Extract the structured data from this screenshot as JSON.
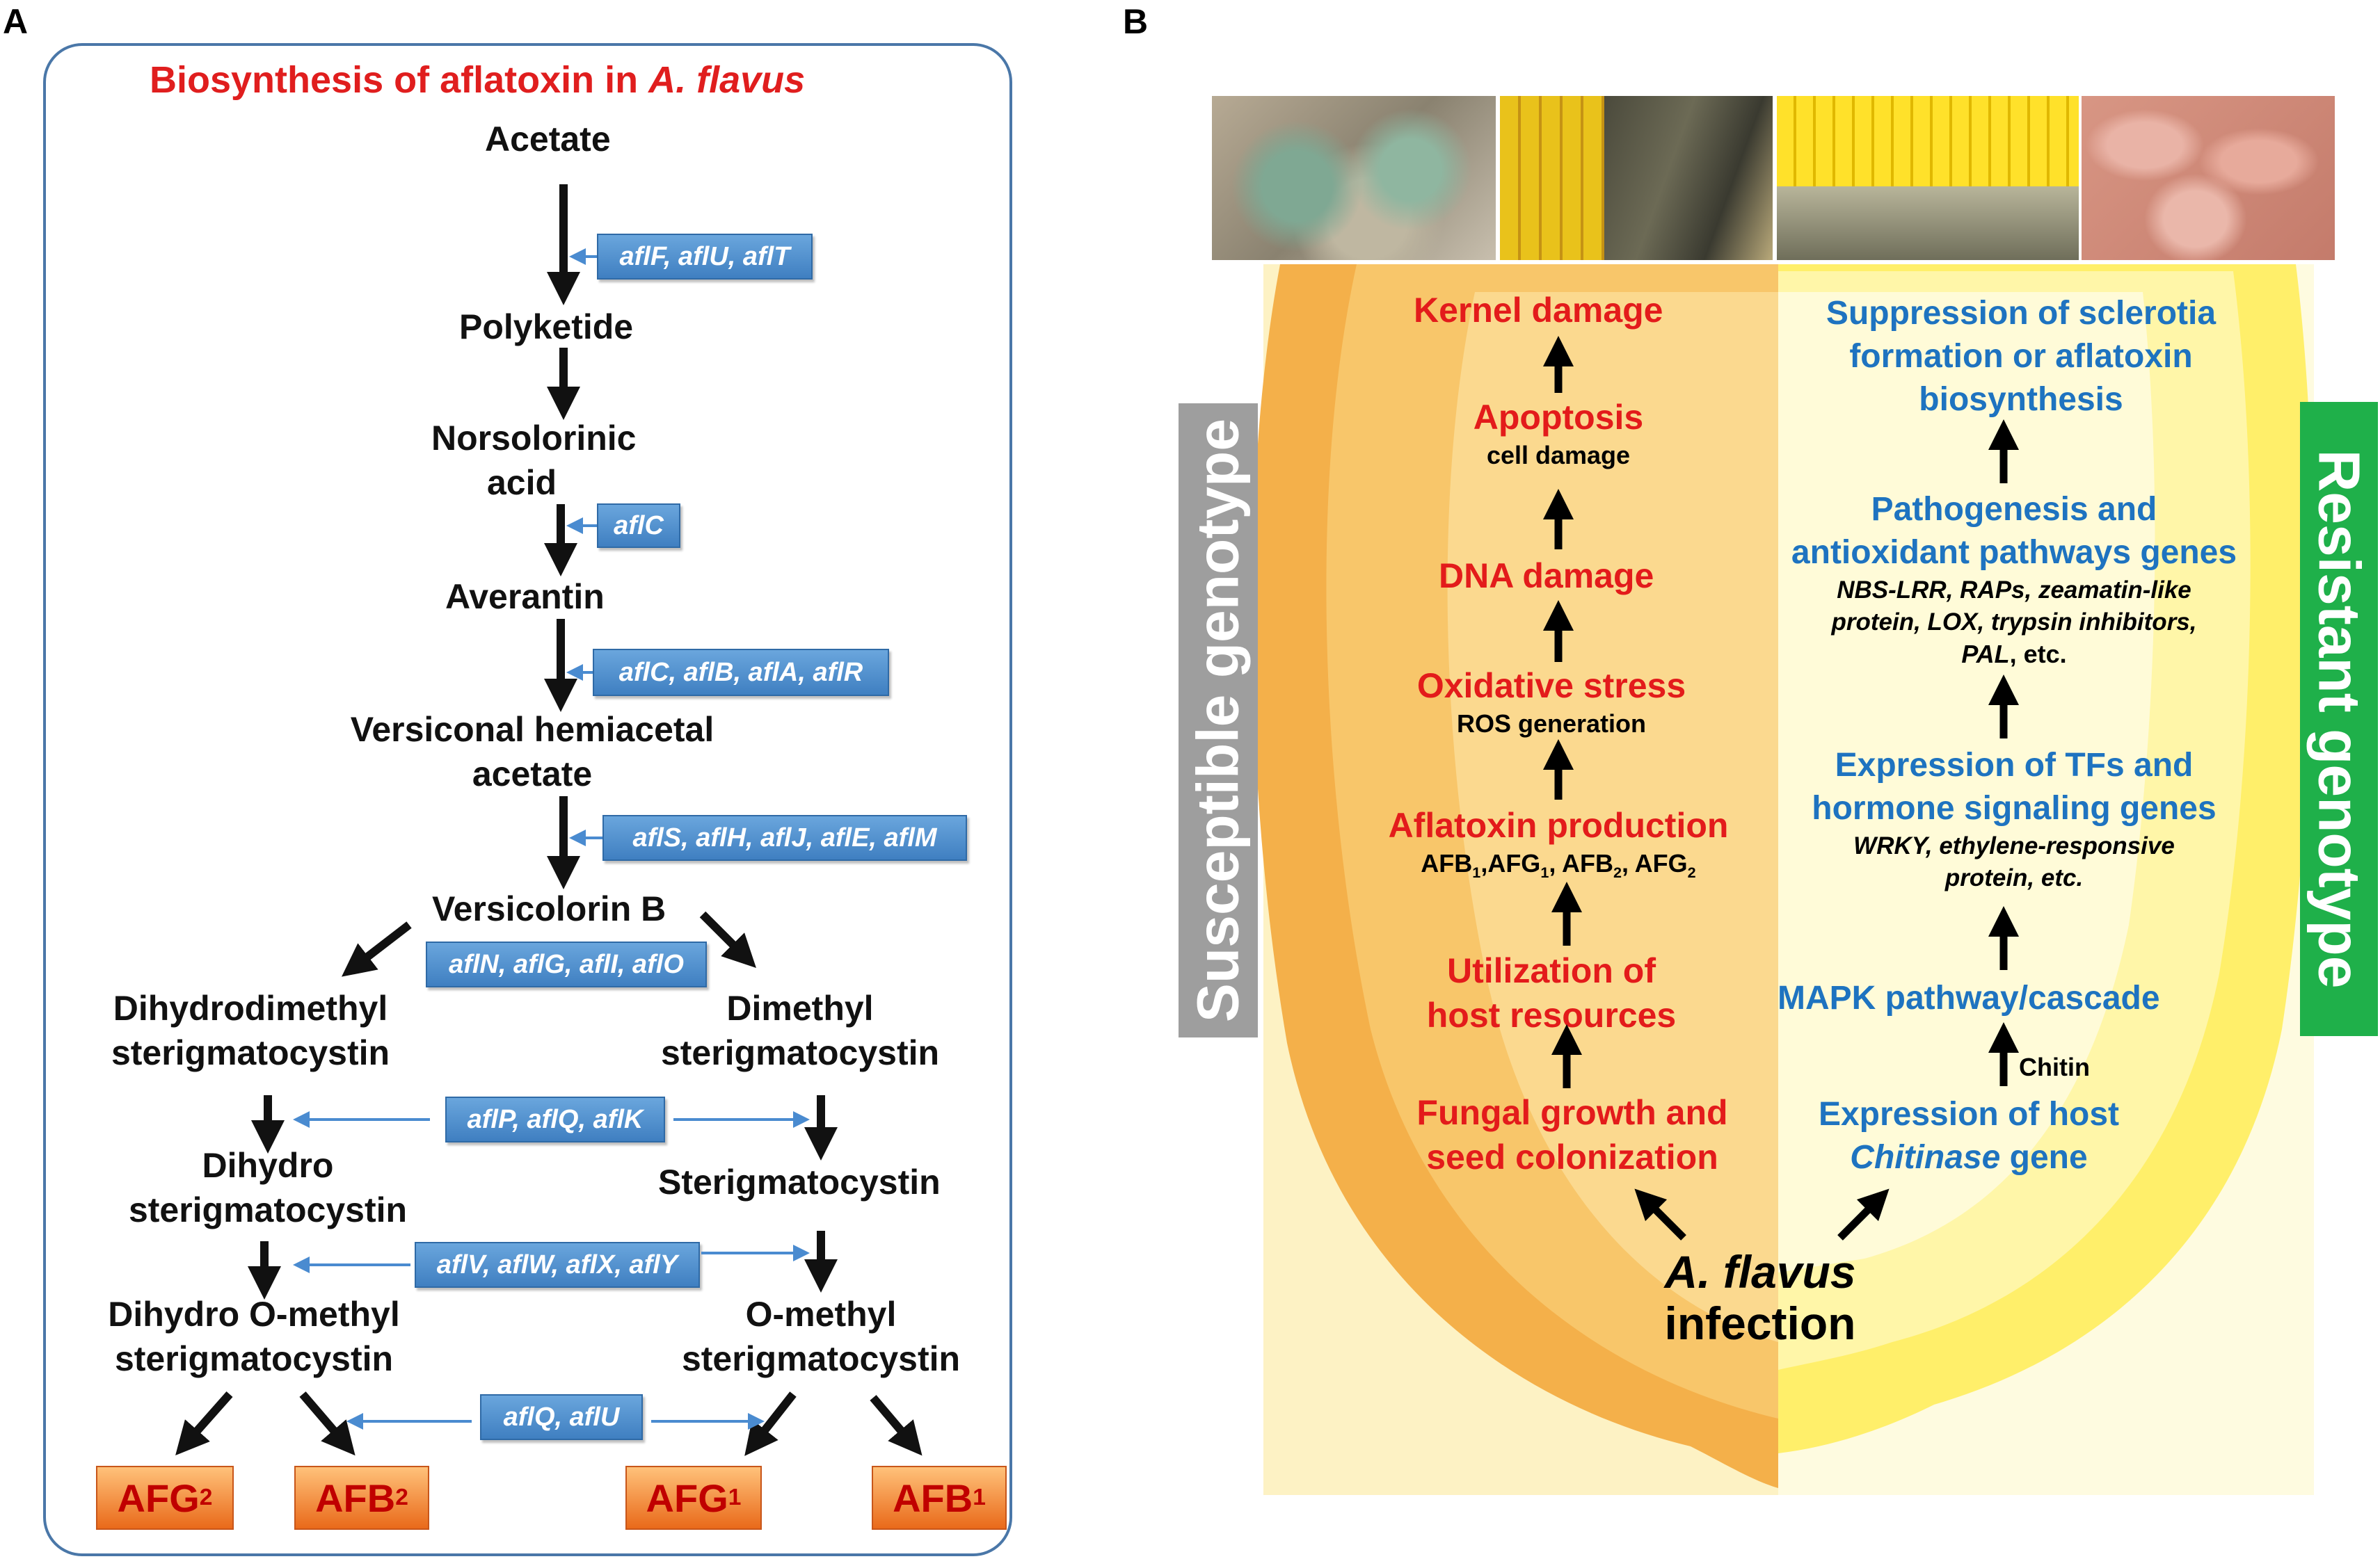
{
  "panel_a": {
    "letter": "A",
    "title_prefix": "Biosynthesis of aflatoxin in ",
    "title_italic": "A. flavus",
    "compounds": {
      "acetate": "Acetate",
      "polyketide": "Polyketide",
      "norsolorinic_1": "Norsolorinic",
      "norsolorinic_2": "acid",
      "averantin": "Averantin",
      "vha_1": "Versiconal hemiacetal",
      "vha_2": "acetate",
      "versicolorin_b": "Versicolorin B",
      "dhdm_1": "Dihydrodimethyl",
      "dhdm_2": "sterigmatocystin",
      "dm_1": "Dimethyl",
      "dm_2": "sterigmatocystin",
      "dh_1": "Dihydro",
      "dh_2": "sterigmatocystin",
      "st": "Sterigmatocystin",
      "dhom_1": "Dihydro O-methyl",
      "dhom_2": "sterigmatocystin",
      "om_1": "O-methyl",
      "om_2": "sterigmatocystin"
    },
    "genes": {
      "g1": "aflF, aflU, aflT",
      "g2": "aflC",
      "g3": "aflC, aflB, aflA, aflR",
      "g4": "aflS, aflH, aflJ, aflE, aflM",
      "g5": "aflN, aflG, aflI, aflO",
      "g6": "aflP, aflQ, aflK",
      "g7": "aflV, aflW, aflX, aflY",
      "g8": "aflQ, aflU"
    },
    "products": {
      "afg2": "AFG",
      "afg2_sub": "2",
      "afb2": "AFB",
      "afb2_sub": "2",
      "afg1": "AFG",
      "afg1_sub": "1",
      "afb1": "AFB",
      "afb1_sub": "1"
    }
  },
  "panel_b": {
    "letter": "B",
    "susceptible_label": "Susceptible genotype",
    "resistant_label": "Resistant genotype",
    "susceptible_steps": {
      "kernel": "Kernel damage",
      "apoptosis": "Apoptosis",
      "apoptosis_sub": "cell damage",
      "dna": "DNA damage",
      "oxidative": "Oxidative stress",
      "oxidative_sub": "ROS generation",
      "aflatoxin": "Aflatoxin production",
      "afb1": "AFB",
      "afb1_sub": "1",
      "afg1": ",AFG",
      "afg1_sub": "1",
      "afb2": ", AFB",
      "afb2_sub": "2",
      "afg2": ", AFG",
      "afg2_sub": "2",
      "utilization_1": "Utilization of",
      "utilization_2": "host resources",
      "fungal_1": "Fungal growth and",
      "fungal_2": "seed colonization"
    },
    "resistant_steps": {
      "suppression_1": "Suppression of sclerotia",
      "suppression_2": "formation or aflatoxin",
      "suppression_3": "biosynthesis",
      "pathogenesis_1": "Pathogenesis and",
      "pathogenesis_2": "antioxidant pathways genes",
      "pathogenesis_genes_1": "NBS-LRR, RAPs, zeamatin-like",
      "pathogenesis_genes_2": "protein, LOX, trypsin inhibitors,",
      "pathogenesis_genes_3a": "PAL",
      "pathogenesis_genes_3b": ", etc.",
      "tf_1": "Expression of TFs and",
      "tf_2": "hormone signaling genes",
      "tf_genes_1": "WRKY, ethylene-responsive",
      "tf_genes_2": "protein, etc.",
      "mapk": "MAPK  pathway/cascade",
      "chitin": "Chitin",
      "chitinase_1": "Expression of host",
      "chitinase_2a": "Chitinase",
      "chitinase_2b": " gene"
    },
    "infection_1": "A. flavus",
    "infection_2": "infection"
  }
}
